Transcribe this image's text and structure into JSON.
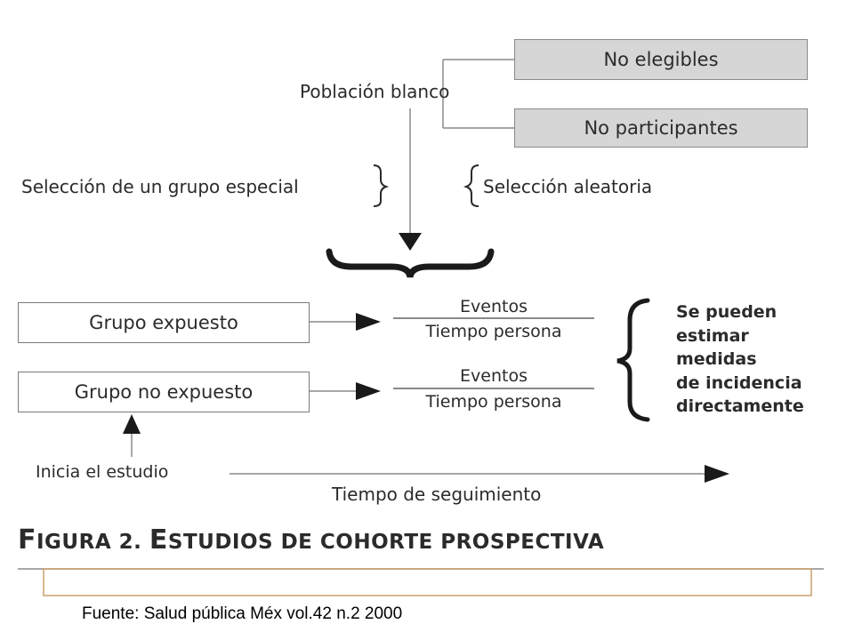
{
  "diagram": {
    "target_population": "Población blanco",
    "not_eligible": "No elegibles",
    "not_participating": "No participantes",
    "selection_special": "Selección de un grupo especial",
    "selection_random": "Selección aleatoria",
    "exposed_group": "Grupo expuesto",
    "unexposed_group": "Grupo no expuesto",
    "events_label": "Eventos",
    "person_time_label": "Tiempo persona",
    "estimate_text_1": "Se pueden",
    "estimate_text_2": "estimar",
    "estimate_text_3": "medidas",
    "estimate_text_4": "de incidencia",
    "estimate_text_5": "directamente",
    "study_start": "Inicia el estudio",
    "follow_up_time": "Tiempo de seguimiento"
  },
  "figure": {
    "caption_prefix_F": "F",
    "caption_prefix_rest": "IGURA 2. ",
    "caption_E": "E",
    "caption_rest": "STUDIOS DE COHORTE PROSPECTIVA"
  },
  "footer": {
    "source": "Fuente: Salud pública Méx vol.42 n.2  2000"
  },
  "colors": {
    "grey_box": "#d6d6d6",
    "line": "#8a8a8a",
    "text": "#2b2b2b"
  }
}
